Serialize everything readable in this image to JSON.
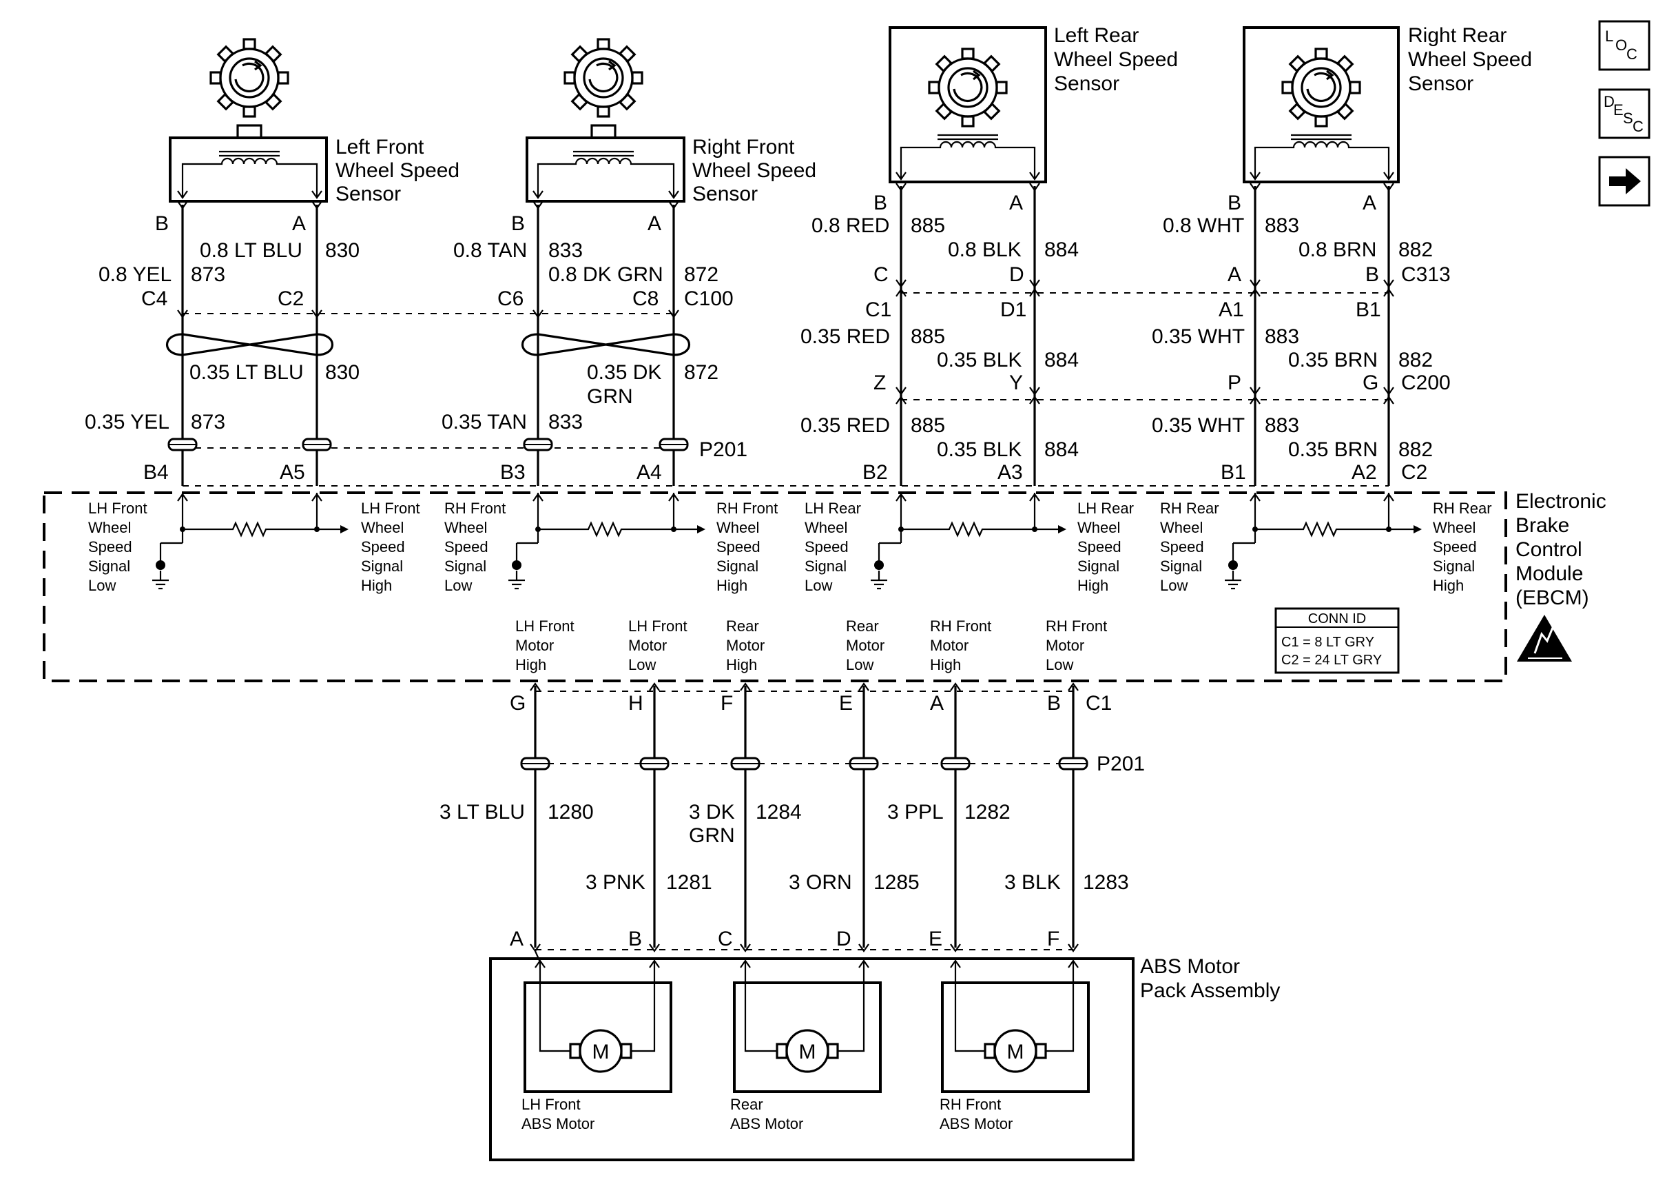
{
  "sensors": {
    "lf": {
      "l1": "Left Front",
      "l2": "Wheel Speed",
      "l3": "Sensor",
      "pin_b": "B",
      "pin_a": "A"
    },
    "rf": {
      "l1": "Right Front",
      "l2": "Wheel Speed",
      "l3": "Sensor",
      "pin_b": "B",
      "pin_a": "A"
    },
    "lr": {
      "l1": "Left Rear",
      "l2": "Wheel Speed",
      "l3": "Sensor",
      "pin_b": "B",
      "pin_a": "A"
    },
    "rr": {
      "l1": "Right Rear",
      "l2": "Wheel Speed",
      "l3": "Sensor",
      "pin_b": "B",
      "pin_a": "A"
    }
  },
  "wires": {
    "lf_b": {
      "color": "0.8 YEL",
      "circuit": "873",
      "color2": "0.35 YEL",
      "circuit2": "873"
    },
    "lf_a": {
      "color": "0.8 LT BLU",
      "circuit": "830",
      "color2": "0.35 LT BLU",
      "circuit2": "830"
    },
    "rf_b": {
      "color": "0.8 TAN",
      "circuit": "833",
      "color2": "0.35 TAN",
      "circuit2": "833"
    },
    "rf_a": {
      "color": "0.8 DK GRN",
      "circuit": "872",
      "color2a": "0.35 DK",
      "color2b": "GRN",
      "circuit2": "872"
    },
    "lr_b": {
      "color": "0.8 RED",
      "circuit": "885",
      "color2": "0.35 RED",
      "circuit2": "885",
      "color3": "0.35 RED",
      "circuit3": "885"
    },
    "lr_a": {
      "color": "0.8 BLK",
      "circuit": "884",
      "color2": "0.35 BLK",
      "circuit2": "884",
      "color3": "0.35 BLK",
      "circuit3": "884"
    },
    "rr_b": {
      "color": "0.8 WHT",
      "circuit": "883",
      "color2": "0.35 WHT",
      "circuit2": "883",
      "color3": "0.35 WHT",
      "circuit3": "883"
    },
    "rr_a": {
      "color": "0.8 BRN",
      "circuit": "882",
      "color2": "0.35 BRN",
      "circuit2": "882",
      "color3": "0.35 BRN",
      "circuit3": "882"
    },
    "motor_g": {
      "color": "3 LT BLU",
      "circuit": "1280"
    },
    "motor_h": {
      "color": "3 PNK",
      "circuit": "1281"
    },
    "motor_f": {
      "color_a": "3 DK",
      "color_b": "GRN",
      "circuit": "1284"
    },
    "motor_e": {
      "color": "3 ORN",
      "circuit": "1285"
    },
    "motor_a": {
      "color": "3 PPL",
      "circuit": "1282"
    },
    "motor_b": {
      "color": "3 BLK",
      "circuit": "1283"
    }
  },
  "connectors": {
    "c100": {
      "pins": [
        "C4",
        "C2",
        "C6",
        "C8"
      ],
      "name": "C100"
    },
    "c313": {
      "pins": [
        "C",
        "D",
        "A",
        "B"
      ],
      "name": "C313"
    },
    "c200": {
      "pins_top": [
        "C1",
        "D1",
        "A1",
        "B1"
      ],
      "pins_bottom": [
        "Z",
        "Y",
        "P",
        "G"
      ],
      "name": "C200"
    },
    "p201_top": {
      "name": "P201"
    },
    "ebcm_c2": {
      "pins": [
        "B4",
        "A5",
        "B3",
        "A4",
        "B2",
        "A3",
        "B1",
        "A2"
      ],
      "name": "C2"
    },
    "ebcm_c1": {
      "pins": [
        "G",
        "H",
        "F",
        "E",
        "A",
        "B"
      ],
      "name": "C1"
    },
    "p201_bottom": {
      "name": "P201"
    },
    "motor_pack": {
      "pins": [
        "A",
        "B",
        "C",
        "D",
        "E",
        "F"
      ]
    }
  },
  "ebcm": {
    "title": [
      "Electronic",
      "Brake",
      "Control",
      "Module",
      "(EBCM)"
    ],
    "signals": [
      [
        "LH Front",
        "Wheel",
        "Speed",
        "Signal",
        "Low"
      ],
      [
        "LH Front",
        "Wheel",
        "Speed",
        "Signal",
        "High"
      ],
      [
        "RH Front",
        "Wheel",
        "Speed",
        "Signal",
        "Low"
      ],
      [
        "RH Front",
        "Wheel",
        "Speed",
        "Signal",
        "High"
      ],
      [
        "LH Rear",
        "Wheel",
        "Speed",
        "Signal",
        "Low"
      ],
      [
        "LH Rear",
        "Wheel",
        "Speed",
        "Signal",
        "High"
      ],
      [
        "RH Rear",
        "Wheel",
        "Speed",
        "Signal",
        "Low"
      ],
      [
        "RH Rear",
        "Wheel",
        "Speed",
        "Signal",
        "High"
      ]
    ],
    "motor_signals": [
      [
        "LH Front",
        "Motor",
        "High"
      ],
      [
        "LH Front",
        "Motor",
        "Low"
      ],
      [
        "Rear",
        "Motor",
        "High"
      ],
      [
        "Rear",
        "Motor",
        "Low"
      ],
      [
        "RH Front",
        "Motor",
        "High"
      ],
      [
        "RH Front",
        "Motor",
        "Low"
      ]
    ],
    "conn_id": {
      "title": "CONN ID",
      "c1": "C1 = 8 LT GRY",
      "c2": "C2 = 24 LT GRY"
    }
  },
  "motor_pack": {
    "title_l1": "ABS Motor",
    "title_l2": "Pack Assembly",
    "motor_symbol": "M",
    "motors": [
      {
        "l1": "LH Front",
        "l2": "ABS Motor"
      },
      {
        "l1": "Rear",
        "l2": "ABS Motor"
      },
      {
        "l1": "RH Front",
        "l2": "ABS Motor"
      }
    ]
  },
  "nav": {
    "loc": {
      "a": "L",
      "b": "O",
      "c": "C"
    },
    "desc": {
      "a": "D",
      "b": "E",
      "c": "S",
      "d": "C"
    },
    "next_icon": "arrow-right-icon"
  },
  "icons": {
    "sensor": "reluctor-wheel-icon",
    "coil": "coil-icon",
    "ground": "ground-icon",
    "resistor": "resistor-icon",
    "esd": "esd-warning-icon"
  }
}
